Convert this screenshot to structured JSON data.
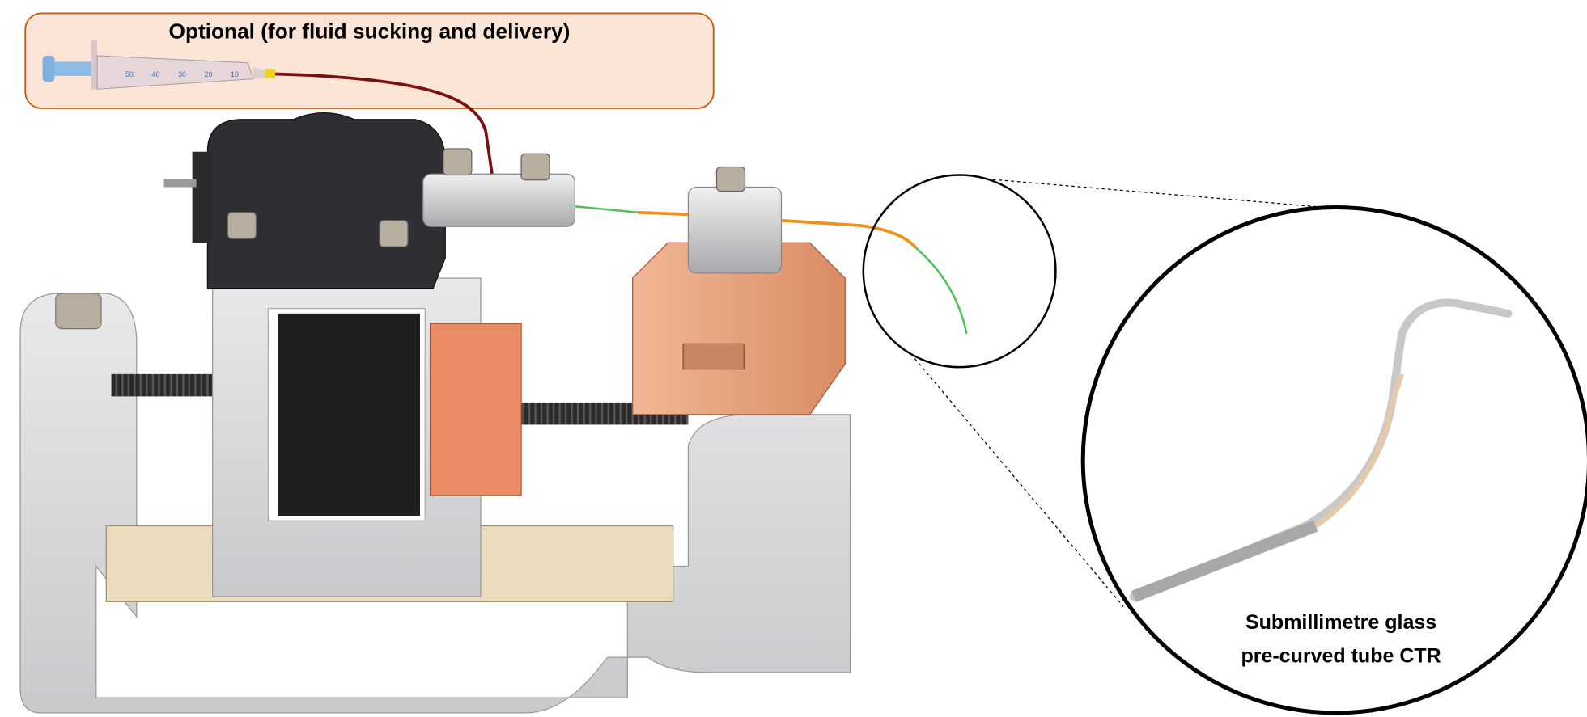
{
  "callout_optional": {
    "title": "Optional (for fluid sucking and delivery)",
    "syringe_scale": [
      "50",
      "40",
      "30",
      "20",
      "10"
    ]
  },
  "callout_zoom": {
    "line1": "Submillimetre glass",
    "line2": "pre-curved tube CTR"
  },
  "colors": {
    "callout_fill": "#fbe5d6",
    "callout_border": "#c55a11",
    "tube_green": "#4cc35a",
    "tube_orange": "#f0901e",
    "fluid_line": "#7a1010",
    "copper": "#e8a27c",
    "frame_gray": "#d8d8da",
    "dark_body": "#2e2f33"
  }
}
